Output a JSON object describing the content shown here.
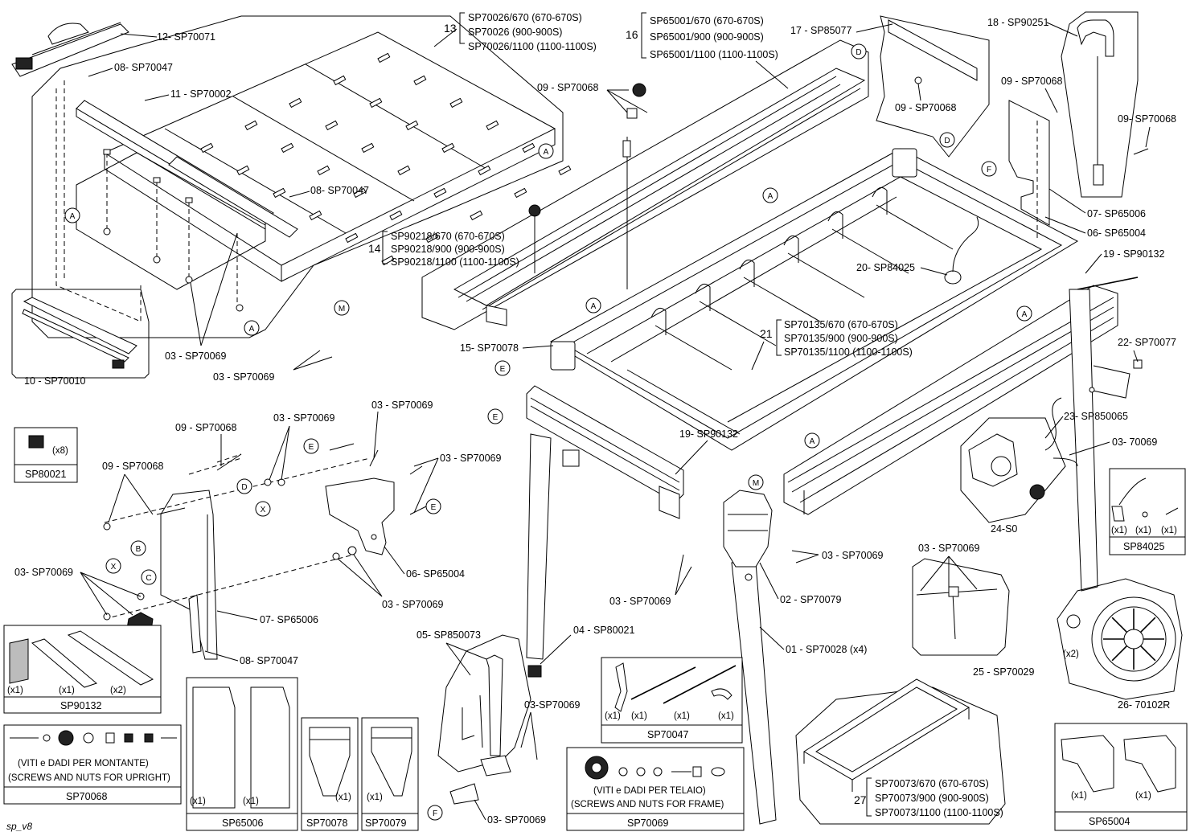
{
  "callouts": {
    "c12": "12- SP70071",
    "c08a": "08- SP70047",
    "c11": "11 - SP70002",
    "c08b": "08- SP70047",
    "c10": "10 - SP70010",
    "c03a": "03 - SP70069",
    "c03b": "03 - SP70069",
    "c13_1": "SP70026/670 (670-670S)",
    "c13_2": "SP70026 (900-900S)",
    "c13_3": "SP70026/1100 (1100-1100S)",
    "c13": "13",
    "c14": "14",
    "c14_1": "SP90218/670 (670-670S)",
    "c14_2": "SP90218/900 (900-900S)",
    "c14_3": "SP90218/1100 (1100-1100S)",
    "c09a": "09 - SP70068",
    "c16": "16",
    "c16_1": "SP65001/670 (670-670S)",
    "c16_2": "SP65001/900 (900-900S)",
    "c16_3": "SP65001/1100 (1100-1100S)",
    "c17": "17 - SP85077",
    "c18": "18 - SP90251",
    "c09b": "09 - SP70068",
    "c09c": "09 - SP70068",
    "c09d": "09- SP70068",
    "c07a": "07- SP65006",
    "c06a": "06- SP65004",
    "c19a": "19 - SP90132",
    "c20": "20- SP84025",
    "c21": "21",
    "c21_1": "SP70135/670 (670-670S)",
    "c21_2": "SP70135/900 (900-900S)",
    "c21_3": "SP70135/1100 (1100-1100S)",
    "c15": "15- SP70078",
    "c22": "22- SP70077",
    "c23": "23- SP850065",
    "c03c": "03- 70069",
    "c19b": "19- SP90132",
    "c24": "24-S0",
    "c09e": "09 - SP70068",
    "c09f": "09 - SP70068",
    "c03d": "03 - SP70069",
    "c03e": "03 - SP70069",
    "c03f": "03 - SP70069",
    "c03g": "03- SP70069",
    "c06b": "06- SP65004",
    "c03h": "03 - SP70069",
    "c07b": "07- SP65006",
    "c08c": "08- SP70047",
    "c03i": "03 - SP70069",
    "c03j": "03 - SP70069",
    "c02": "02 - SP70079",
    "c01": "01 - SP70028 (x4)",
    "c04": "04 - SP80021",
    "c05": "05- SP850073",
    "c03k": "03-SP70069",
    "c03l": "03- SP70069",
    "c03m": "03 - SP70069",
    "c25": "25 - SP70029",
    "c26": "26- 70102R",
    "c27": "27",
    "c27_1": "SP70073/670 (670-670S)",
    "c27_2": "SP70073/900 (900-900S)",
    "c27_3": "SP70073/1100 (1100-1100S)",
    "footer": "sp_v8"
  },
  "letters": {
    "A": "A",
    "B": "B",
    "C": "C",
    "D": "D",
    "E": "E",
    "F": "F",
    "M": "M",
    "X": "X"
  },
  "boxes": {
    "sp80021": {
      "qty": "(x8)",
      "code": "SP80021"
    },
    "sp84025": {
      "q1": "(x1)",
      "q2": "(x1)",
      "q3": "(x1)",
      "code": "SP84025"
    },
    "sp90132": {
      "q1": "(x1)",
      "q2": "(x1)",
      "q3": "(x2)",
      "code": "SP90132"
    },
    "sp70068": {
      "line1": "(VITI e DADI PER MONTANTE)",
      "line2": "(SCREWS AND NUTS FOR UPRIGHT)",
      "code": "SP70068"
    },
    "sp65006": {
      "q1": "(x1)",
      "q2": "(x1)",
      "code": "SP65006"
    },
    "sp70078": {
      "q": "(x1)",
      "code": "SP70078"
    },
    "sp70079": {
      "q": "(x1)",
      "code": "SP70079"
    },
    "sp70047": {
      "q1": "(x1)",
      "q2": "(x1)",
      "q3": "(x1)",
      "q4": "(x1)",
      "code": "SP70047"
    },
    "sp70069": {
      "line1": "(VITI e DADI PER TELAIO)",
      "line2": "(SCREWS AND NUTS FOR FRAME)",
      "code": "SP70069"
    },
    "sp65004": {
      "q1": "(x1)",
      "q2": "(x1)",
      "code": "SP65004"
    },
    "wheel": {
      "q": "(x2)"
    }
  },
  "colors": {
    "ink": "#000000",
    "paper": "#ffffff",
    "shade": "#bcbcbc"
  }
}
